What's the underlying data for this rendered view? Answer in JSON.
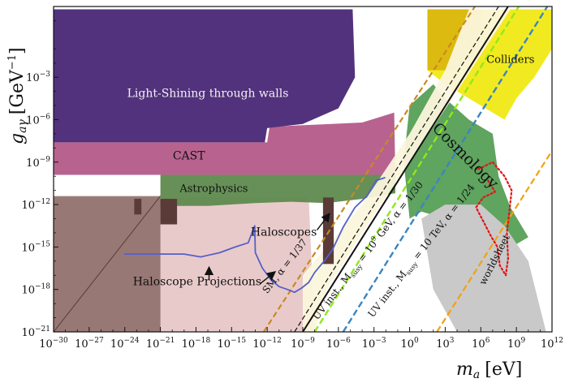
{
  "chart_data": {
    "type": "area",
    "title": "",
    "xlabel_main": "m",
    "xlabel_sub": "a",
    "xlabel_unit": "[eV]",
    "ylabel_main": "g",
    "ylabel_sub": "aγ",
    "ylabel_unit": "[GeV",
    "ylabel_unit_sup": "−1",
    "ylabel_unit_close": "]",
    "x_scale": "log",
    "y_scale": "log",
    "xlim_log10": [
      -30,
      12
    ],
    "ylim_log10": [
      -21,
      2
    ],
    "x_ticks": [
      {
        "exp": -30,
        "label": "10",
        "sup": "−30"
      },
      {
        "exp": -27,
        "label": "10",
        "sup": "−27"
      },
      {
        "exp": -24,
        "label": "10",
        "sup": "−24"
      },
      {
        "exp": -21,
        "label": "10",
        "sup": "−21"
      },
      {
        "exp": -18,
        "label": "10",
        "sup": "−18"
      },
      {
        "exp": -15,
        "label": "10",
        "sup": "−15"
      },
      {
        "exp": -12,
        "label": "10",
        "sup": "−12"
      },
      {
        "exp": -9,
        "label": "10",
        "sup": "−9"
      },
      {
        "exp": -6,
        "label": "10",
        "sup": "−6"
      },
      {
        "exp": -3,
        "label": "10",
        "sup": "−3"
      },
      {
        "exp": 0,
        "label": "10",
        "sup": "0"
      },
      {
        "exp": 3,
        "label": "10",
        "sup": "3"
      },
      {
        "exp": 6,
        "label": "10",
        "sup": "6"
      },
      {
        "exp": 9,
        "label": "10",
        "sup": "9"
      },
      {
        "exp": 12,
        "label": "10",
        "sup": "12"
      }
    ],
    "y_ticks": [
      {
        "exp": -21,
        "label": "10",
        "sup": "−21"
      },
      {
        "exp": -18,
        "label": "10",
        "sup": "−18"
      },
      {
        "exp": -15,
        "label": "10",
        "sup": "−15"
      },
      {
        "exp": -12,
        "label": "10",
        "sup": "−12"
      },
      {
        "exp": -9,
        "label": "10",
        "sup": "−9"
      },
      {
        "exp": -6,
        "label": "10",
        "sup": "−6"
      },
      {
        "exp": -3,
        "label": "10",
        "sup": "−3"
      }
    ],
    "regions": [
      {
        "name": "Haloscope projections",
        "color": "#e7c4c4",
        "opacity": 0.9,
        "points": [
          [
            -30,
            -21
          ],
          [
            -30,
            -11.5
          ],
          [
            -8.5,
            -11.5
          ],
          [
            -8,
            -21
          ]
        ]
      },
      {
        "name": "Low-mass astrophysics",
        "color": "#8a6a66",
        "opacity": 0.85,
        "points": [
          [
            -30,
            -21
          ],
          [
            -30,
            -11.4
          ],
          [
            -21,
            -11.4
          ],
          [
            -21,
            -21
          ]
        ]
      },
      {
        "name": "Astrophysics",
        "color": "#5e8a4e",
        "opacity": 0.95,
        "points": [
          [
            -21,
            -12.1
          ],
          [
            -21,
            -9.9
          ],
          [
            -1.2,
            -9.9
          ],
          [
            -1.2,
            -11.2
          ],
          [
            -4,
            -11.6
          ],
          [
            -7,
            -11.9
          ],
          [
            -10,
            -11.8
          ],
          [
            -13,
            -11.9
          ],
          [
            -17,
            -12.1
          ]
        ]
      },
      {
        "name": "CAST",
        "color": "#b8638f",
        "opacity": 1,
        "points": [
          [
            -30,
            -9.9
          ],
          [
            -30,
            -7.6
          ],
          [
            -12,
            -7.6
          ],
          [
            -11.8,
            -6.5
          ],
          [
            -4,
            -6.2
          ],
          [
            -1.3,
            -5.5
          ],
          [
            -1.2,
            -9.9
          ]
        ]
      },
      {
        "name": "Light-Shining through walls",
        "color": "#52327c",
        "opacity": 1,
        "points": [
          [
            -30,
            -7.6
          ],
          [
            -30,
            1.8
          ],
          [
            -4.8,
            1.8
          ],
          [
            -4.6,
            -3
          ],
          [
            -6,
            -5.2
          ],
          [
            -9,
            -6.3
          ],
          [
            -12,
            -6.6
          ],
          [
            -12.2,
            -7.6
          ]
        ]
      },
      {
        "name": "Cosmology",
        "color": "#4e9a4e",
        "opacity": 0.9,
        "points": [
          [
            0,
            -13
          ],
          [
            -0.5,
            -9
          ],
          [
            0,
            -5
          ],
          [
            2,
            -3.5
          ],
          [
            3,
            -4.5
          ],
          [
            5,
            -6
          ],
          [
            7,
            -7
          ],
          [
            7.5,
            -10
          ],
          [
            8.5,
            -12.2
          ],
          [
            10,
            -14.3
          ],
          [
            9,
            -14.8
          ],
          [
            7,
            -13.6
          ],
          [
            5,
            -13
          ],
          [
            4.5,
            -14
          ],
          [
            3,
            -13
          ],
          [
            1,
            -12.5
          ]
        ]
      },
      {
        "name": "Colliders",
        "color": "#f1ea20",
        "opacity": 1,
        "points": [
          [
            1.5,
            1.8
          ],
          [
            1.5,
            -2.5
          ],
          [
            3,
            -3.5
          ],
          [
            6,
            -5
          ],
          [
            8,
            -6
          ],
          [
            9,
            -4.5
          ],
          [
            10.5,
            -3
          ],
          [
            12,
            -1
          ],
          [
            12,
            1.8
          ]
        ]
      },
      {
        "name": "Colliders dark",
        "color": "#dcba10",
        "opacity": 1,
        "points": [
          [
            1.5,
            1.8
          ],
          [
            1.5,
            -2.5
          ],
          [
            4,
            -2.5
          ],
          [
            6,
            -1
          ],
          [
            6,
            1.8
          ]
        ]
      },
      {
        "name": "Grey bounds",
        "color": "#c9c9c9",
        "opacity": 1,
        "points": [
          [
            4,
            -21
          ],
          [
            2,
            -18
          ],
          [
            1,
            -13
          ],
          [
            3,
            -12
          ],
          [
            6,
            -12
          ],
          [
            8,
            -13.5
          ],
          [
            10,
            -16
          ],
          [
            11.5,
            -21
          ]
        ]
      }
    ],
    "band": {
      "name": "UV band",
      "color": "#fbf5dc",
      "opacity": 0.95,
      "points": [
        [
          -9,
          -21
        ],
        [
          -9,
          -17
        ],
        [
          -7,
          -15
        ],
        [
          -4,
          -12
        ],
        [
          0,
          -7
        ],
        [
          3,
          -2.5
        ],
        [
          5,
          1.8
        ],
        [
          8.5,
          1.8
        ],
        [
          4,
          -4
        ],
        [
          0,
          -9
        ],
        [
          -4,
          -14
        ],
        [
          -7,
          -18
        ],
        [
          -8,
          -21
        ]
      ]
    },
    "lines": [
      {
        "name": "SM",
        "color": "#c98a22",
        "dash": "7,4",
        "width": 2.2,
        "points": [
          [
            -12.3,
            -21
          ],
          [
            5.5,
            2
          ]
        ]
      },
      {
        "name": "UV1",
        "color": "#111111",
        "dash": "6,3",
        "width": 1.2,
        "points": [
          [
            -9.7,
            -21
          ],
          [
            7.5,
            2
          ]
        ]
      },
      {
        "name": "UV1 solid",
        "color": "#111111",
        "dash": "",
        "width": 2,
        "points": [
          [
            -9,
            -21
          ],
          [
            8.3,
            2
          ]
        ]
      },
      {
        "name": "UV2",
        "color": "#8fe81c",
        "dash": "8,4",
        "width": 2.4,
        "points": [
          [
            -8,
            -21
          ],
          [
            9.2,
            2
          ]
        ]
      },
      {
        "name": "UV3",
        "color": "#3b85c0",
        "dash": "8,4",
        "width": 2.4,
        "points": [
          [
            -5.6,
            -21
          ],
          [
            11.6,
            2
          ]
        ]
      },
      {
        "name": "UV4",
        "color": "#f3a10f",
        "dash": "8,4",
        "width": 2.2,
        "points": [
          [
            2.3,
            -21
          ],
          [
            12,
            -8.2
          ]
        ]
      },
      {
        "name": "Astro low diag",
        "color": "#5a3b38",
        "dash": "",
        "width": 1,
        "points": [
          [
            -30,
            -21
          ],
          [
            -21,
            -11.4
          ]
        ]
      }
    ],
    "curves": [
      {
        "name": "Haloscope projection curve",
        "color": "#5560c8",
        "width": 1.8,
        "points": [
          [
            -24,
            -15.5
          ],
          [
            -19,
            -15.5
          ],
          [
            -17.6,
            -15.7
          ],
          [
            -16,
            -15.4
          ],
          [
            -14.7,
            -15
          ],
          [
            -13.6,
            -14.7
          ],
          [
            -13.2,
            -13.8
          ],
          [
            -13.05,
            -13.5
          ],
          [
            -13,
            -15.4
          ],
          [
            -12.4,
            -16.5
          ],
          [
            -11.7,
            -17.3
          ],
          [
            -11,
            -17.8
          ],
          [
            -10.3,
            -18
          ],
          [
            -9.7,
            -18.2
          ],
          [
            -9.1,
            -17.9
          ],
          [
            -8.5,
            -17.5
          ],
          [
            -8,
            -16.8
          ],
          [
            -7.2,
            -16
          ],
          [
            -6.5,
            -15.2
          ],
          [
            -5.6,
            -13.6
          ],
          [
            -4.6,
            -12.2
          ],
          [
            -3.6,
            -11.4
          ],
          [
            -2.8,
            -10.3
          ],
          [
            -2.1,
            -10.1
          ]
        ]
      },
      {
        "name": "Worldsheet",
        "color": "#e01515",
        "width": 2.2,
        "dash": "2,3",
        "points": [
          [
            5.8,
            -9.5
          ],
          [
            7,
            -9
          ],
          [
            8,
            -10
          ],
          [
            8.6,
            -11
          ],
          [
            8.4,
            -12.5
          ],
          [
            8.2,
            -14
          ],
          [
            8.3,
            -15.8
          ],
          [
            8.1,
            -17
          ],
          [
            7.6,
            -16.3
          ],
          [
            7.4,
            -15
          ],
          [
            6.9,
            -14.3
          ],
          [
            6.1,
            -13
          ],
          [
            5.6,
            -12.2
          ],
          [
            6.2,
            -11.5
          ],
          [
            7.2,
            -11.1
          ],
          [
            6.6,
            -10.3
          ]
        ]
      }
    ],
    "spikes": [
      {
        "name": "Astro spike 1",
        "color": "#5a3b38",
        "x": [
          -23.2,
          -22.6
        ],
        "y": [
          -12.7,
          -11.6
        ]
      },
      {
        "name": "Astro spike 2",
        "color": "#5a3b38",
        "x": [
          -21,
          -19.6
        ],
        "y": [
          -13.4,
          -11.6
        ]
      },
      {
        "name": "Haloscope spike",
        "color": "#5a3b38",
        "x": [
          -7.3,
          -6.4
        ],
        "y": [
          -16.2,
          -11.5
        ]
      }
    ],
    "annotations": [
      {
        "text": "Light-Shining through walls",
        "x": -17,
        "y": -4.4,
        "fill": "light",
        "size": 14,
        "rotate": 0
      },
      {
        "text": "CAST",
        "x": -18.6,
        "y": -8.8,
        "fill": "dark",
        "size": 14,
        "rotate": 0
      },
      {
        "text": "Astrophysics",
        "x": -16.5,
        "y": -11.1,
        "fill": "dark",
        "size": 13,
        "rotate": 0
      },
      {
        "text": "Haloscopes",
        "x": -10.6,
        "y": -14.2,
        "fill": "dark",
        "size": 14,
        "rotate": 0
      },
      {
        "text": "Haloscope Projections",
        "x": -17.9,
        "y": -17.7,
        "fill": "dark",
        "size": 14,
        "rotate": 0
      },
      {
        "text": "Colliders",
        "x": 8.5,
        "y": -2.0,
        "fill": "dark",
        "size": 13,
        "rotate": 0
      },
      {
        "text": "Cosmology",
        "x": 4.4,
        "y": -8.8,
        "fill": "dark",
        "size": 19,
        "rotate": 45
      },
      {
        "text": "worldsheet",
        "x": 7.4,
        "y": -16.0,
        "fill": "dark",
        "size": 12,
        "rotate": -63
      },
      {
        "text": "SM, α = 1/37",
        "x": -10.3,
        "y": -16.5,
        "fill": "dark",
        "size": 12,
        "rotate": -52,
        "mode": "plain"
      },
      {
        "text": "UV inst., M",
        "sub": "susy",
        "rest": " = 10",
        "sup": "9",
        "rest2": " GeV, α = 1/30",
        "x": -3.3,
        "y": -15.4,
        "fill": "dark",
        "size": 12,
        "rotate": -52,
        "mode": "rich"
      },
      {
        "text": "UV inst., M",
        "sub": "susy",
        "rest": " = 10 TeV, α = 1/24",
        "sup": "",
        "rest2": "",
        "x": 1.2,
        "y": -15.4,
        "fill": "dark",
        "size": 12,
        "rotate": -52,
        "mode": "rich"
      }
    ],
    "arrows": [
      {
        "name": "arrow-haloscopes",
        "from": [
          -7.8,
          -13.8
        ],
        "to": [
          -6.8,
          -12.7
        ]
      },
      {
        "name": "arrow-projections-up",
        "from": [
          -16.9,
          -17.3
        ],
        "to": [
          -16.9,
          -16.5
        ]
      },
      {
        "name": "arrow-projections-right",
        "from": [
          -12.6,
          -17.6
        ],
        "to": [
          -11.4,
          -16.8
        ]
      }
    ]
  }
}
